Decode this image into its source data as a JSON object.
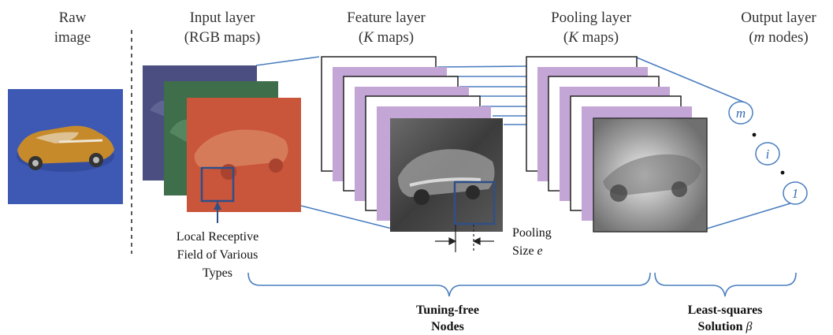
{
  "headers": {
    "raw": [
      "Raw",
      "image"
    ],
    "input": [
      "Input layer",
      "(RGB maps)"
    ],
    "feature": [
      "Feature layer",
      "(",
      "K",
      " maps)"
    ],
    "pooling": [
      "Pooling layer",
      "(",
      "K",
      " maps)"
    ],
    "output": [
      "Output layer",
      "(",
      "m",
      " nodes)"
    ]
  },
  "annotations": {
    "receptive": [
      "Local Receptive",
      "Field of Various",
      "Types"
    ],
    "pooling_size": [
      "Pooling",
      "Size ",
      "e"
    ]
  },
  "nodes": [
    "m",
    "i",
    "1"
  ],
  "brackets": {
    "tuning": [
      "Tuning-free",
      "Nodes"
    ],
    "least": [
      "Least-squares",
      "Solution ",
      "β"
    ]
  },
  "colors": {
    "line_blue": "#4a7ebf",
    "map_purple": "#c3a6d6",
    "rgb_blue": "#4b4e80",
    "rgb_green": "#3f6e4a",
    "rgb_red": "#c9553b",
    "raw_bg": "#3d59b4"
  }
}
